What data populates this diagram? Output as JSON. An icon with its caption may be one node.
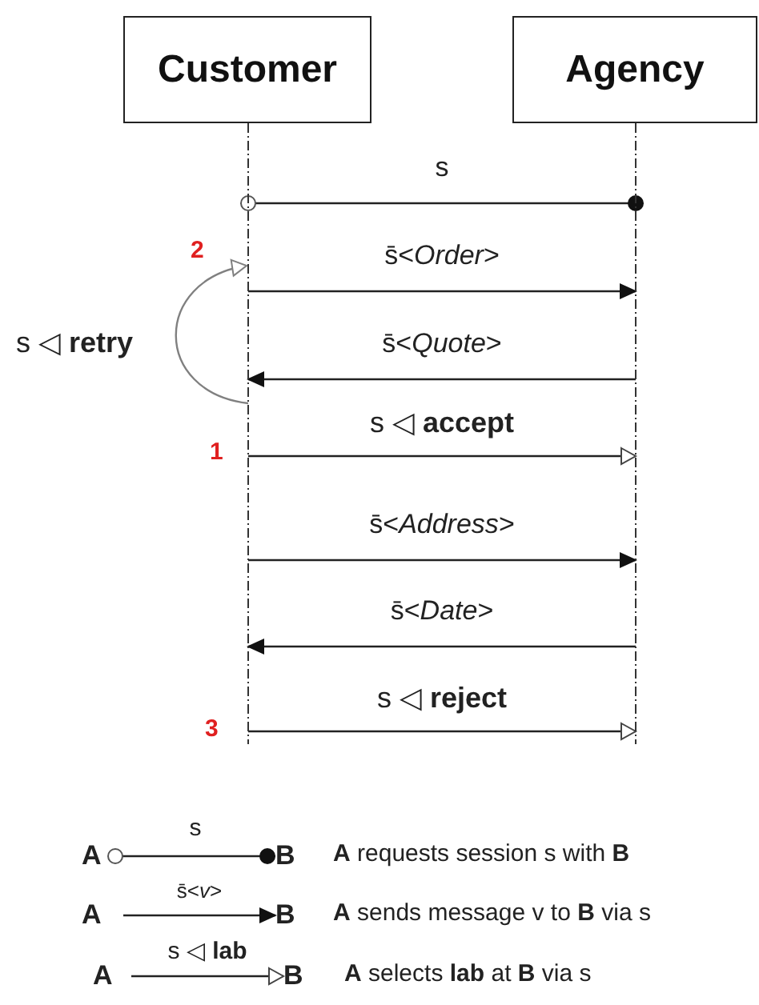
{
  "diagram": {
    "nodes": [
      {
        "text": [
          "Customer"
        ]
      },
      {
        "text": [
          "Agency"
        ]
      },
      {
        "text": [
          "A"
        ]
      },
      {
        "text": [
          "B"
        ]
      },
      {
        "text": [
          "A"
        ]
      },
      {
        "text": [
          "B"
        ]
      },
      {
        "text": [
          "A"
        ]
      },
      {
        "text": [
          "B"
        ]
      }
    ],
    "edges": [
      {
        "from": 0,
        "to": 1,
        "arrow": "other",
        "label": "s"
      },
      {
        "from": 0,
        "to": 1,
        "arrow": "to",
        "label": "s̄<*Order*>"
      },
      {
        "from": 1,
        "to": 0,
        "arrow": "to",
        "label": "s̄<*Quote*>"
      },
      {
        "from": 0,
        "to": 0,
        "arrow": "to",
        "label": "s ◁ **retry**",
        "color": "#808080"
      },
      {
        "from": 0,
        "to": 1,
        "arrow": "to",
        "label": "s ◁ **accept**"
      },
      {
        "from": 0,
        "to": 1,
        "arrow": "to",
        "label": "s̄<*Address*>"
      },
      {
        "from": 1,
        "to": 0,
        "arrow": "to",
        "label": "s̄<*Date*>"
      },
      {
        "from": 0,
        "to": 1,
        "arrow": "to",
        "label": "s ◁ **reject**"
      },
      {
        "from": 2,
        "to": 3,
        "arrow": "other",
        "label": "s"
      },
      {
        "from": 4,
        "to": 5,
        "arrow": "to",
        "label": "s̄<*v*>"
      },
      {
        "from": 6,
        "to": 7,
        "arrow": "to",
        "label": "s ◁ **lab**"
      }
    ],
    "labels": [
      "2",
      "1",
      "3"
    ],
    "legend": [
      {
        "text": "**A** requests session s with **B**"
      },
      {
        "text": "**A** sends message v to **B** via s"
      },
      {
        "text": "**A** selects **lab** at **B** via s"
      }
    ]
  }
}
